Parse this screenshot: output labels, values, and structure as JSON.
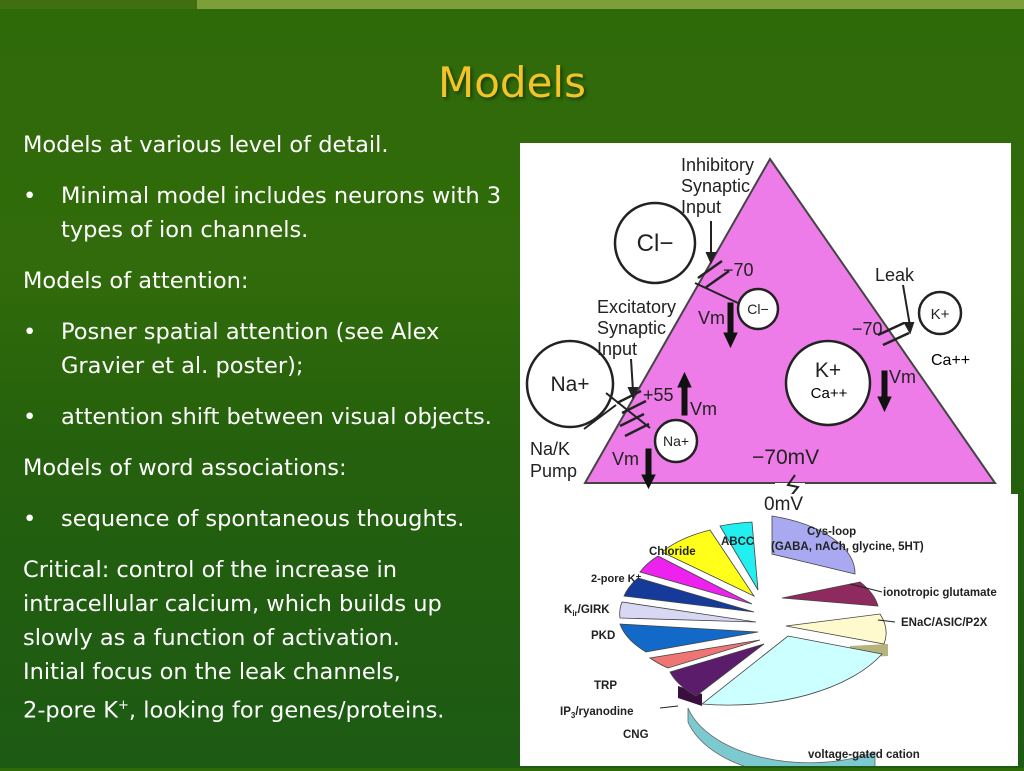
{
  "slide": {
    "title": "Models",
    "p1": "Models at various level of detail.",
    "b1": "Minimal model includes neurons with 3 types of ion channels.",
    "p2": "Models of attention:",
    "b2": "Posner spatial attention (see Alex Gravier et al. poster);",
    "b3": "attention shift between visual objects.",
    "p3": "Models of word associations:",
    "b4": "sequence of spontaneous thoughts.",
    "critical": [
      "Critical: control of the increase in",
      "intracellular calcium, which builds up",
      "slowly as a function of activation.",
      "Initial focus on the leak channels,"
    ],
    "critical_last_pre": "2-pore K",
    "critical_last_sup": "+",
    "critical_last_post": ", looking for genes/proteins.",
    "bullet_char": "•"
  },
  "neuron_diagram": {
    "inhibitory": [
      "Inhibitory",
      "Synaptic",
      "Input"
    ],
    "excitatory": [
      "Excitatory",
      "Synaptic",
      "Input"
    ],
    "leak": "Leak",
    "pump": [
      "Na/K",
      "Pump"
    ],
    "cl_out": "Cl−",
    "cl_in": "Cl−",
    "na_out": "Na+",
    "na_in": "Na+",
    "k_out": "K+",
    "k_in": "K+",
    "ca_right": "Ca++",
    "ca_center": "Ca++",
    "v_cl": "−70",
    "v_k": "−70",
    "v_na": "+55",
    "vm": "Vm",
    "rest": "−70mV",
    "zero": "0mV",
    "colors": {
      "triangle": "#ee7ce8"
    }
  },
  "pie_chart": {
    "labels": {
      "cys": "Cys-loop",
      "cys_sub": "(GABA, nACh, glycine, 5HT)",
      "abcc": "ABCC",
      "chloride": "Chloride",
      "twopore": "2-pore K⁺",
      "kir_pre": "K",
      "kir_sub": "ir",
      "kir_post": "/GIRK",
      "pkd": "PKD",
      "trp": "TRP",
      "ip3_pre": "IP",
      "ip3_sub": "3",
      "ip3_post": "/ryanodine",
      "cng": "CNG",
      "vgc": "voltage-gated cation",
      "iono": "ionotropic glutamate",
      "enac": "ENaC/ASIC/P2X"
    }
  }
}
